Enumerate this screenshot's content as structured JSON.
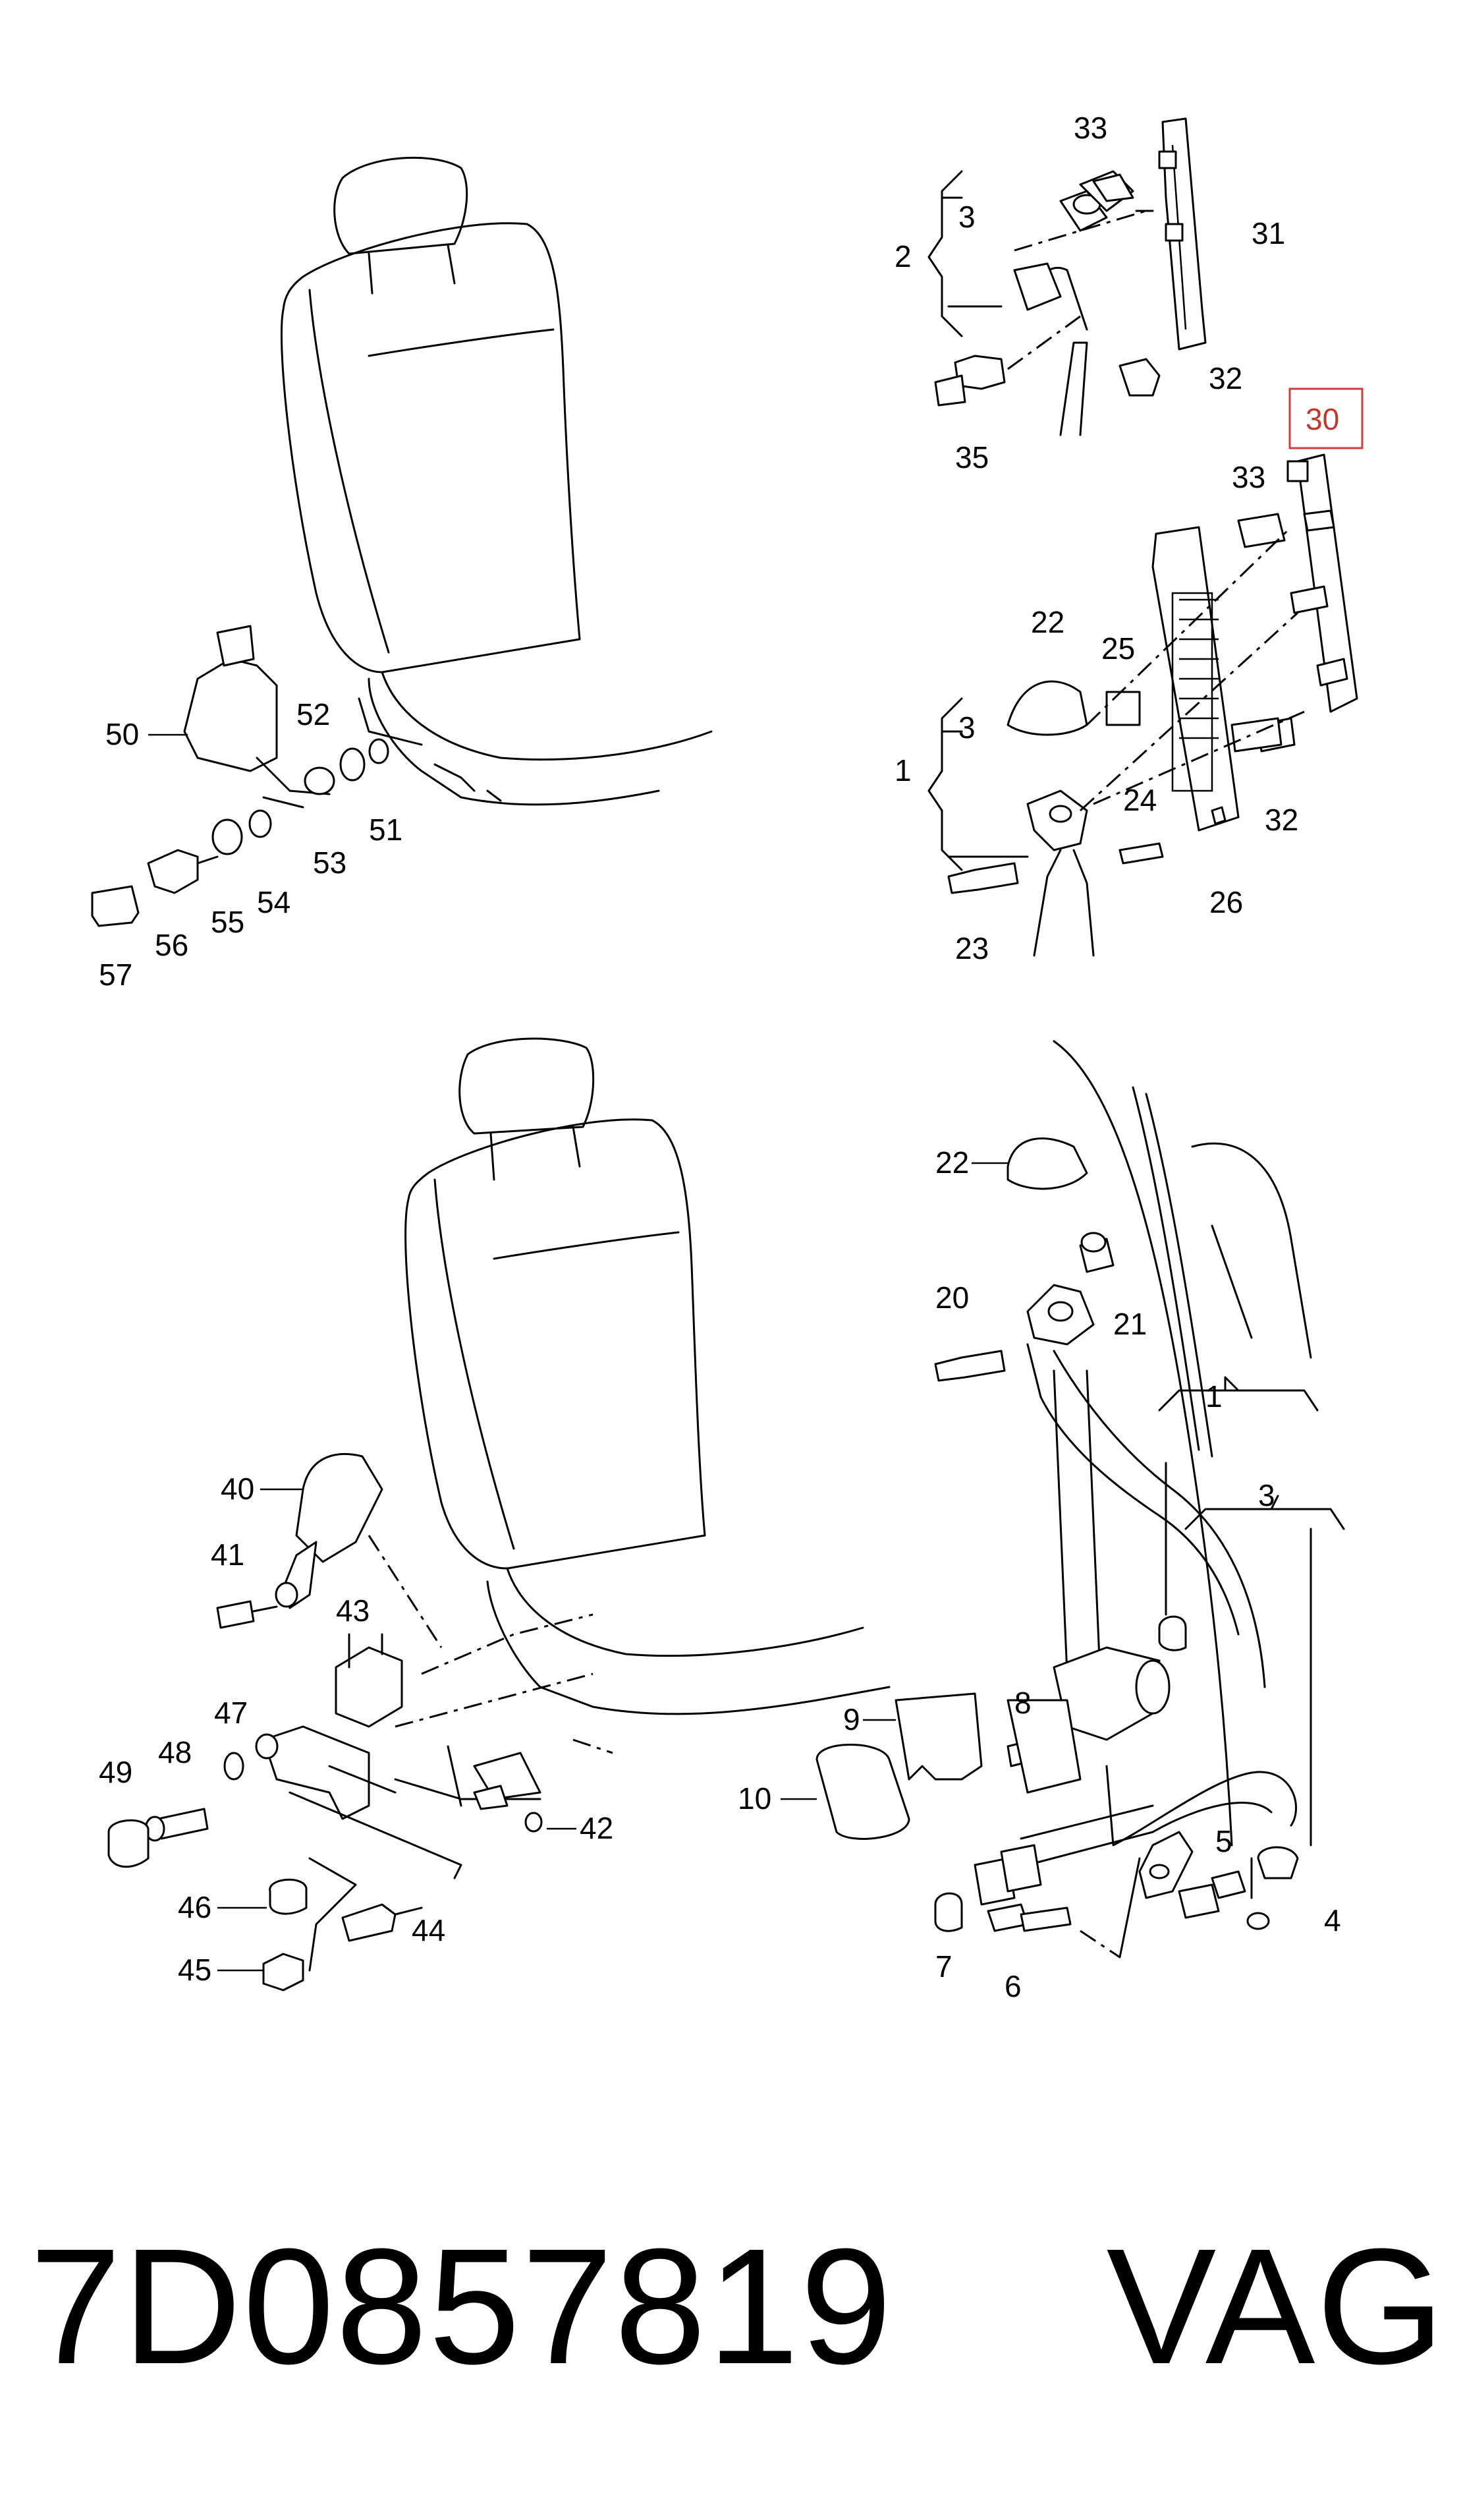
{
  "highlighted_callout": "30",
  "footer": {
    "part_number": "7D0857819",
    "brand": "VAG"
  },
  "callouts": {
    "c33a": "33",
    "c31": "31",
    "c3a": "3",
    "c2": "2",
    "c32a": "32",
    "c35": "35",
    "c30": "30",
    "c33b": "33",
    "c22a": "22",
    "c25": "25",
    "c3b": "3",
    "c1a": "1",
    "c24": "24",
    "c32b": "32",
    "c23": "23",
    "c26": "26",
    "c50": "50",
    "c52": "52",
    "c51": "51",
    "c53": "53",
    "c54": "54",
    "c55": "55",
    "c56": "56",
    "c57": "57",
    "c22b": "22",
    "c20": "20",
    "c21": "21",
    "c1b": "1",
    "c3c": "3",
    "c8": "8",
    "c9": "9",
    "c10": "10",
    "c5": "5",
    "c4": "4",
    "c7": "7",
    "c6": "6",
    "c40": "40",
    "c41": "41",
    "c43": "43",
    "c47": "47",
    "c48": "48",
    "c49": "49",
    "c42": "42",
    "c46": "46",
    "c44": "44",
    "c45": "45"
  }
}
